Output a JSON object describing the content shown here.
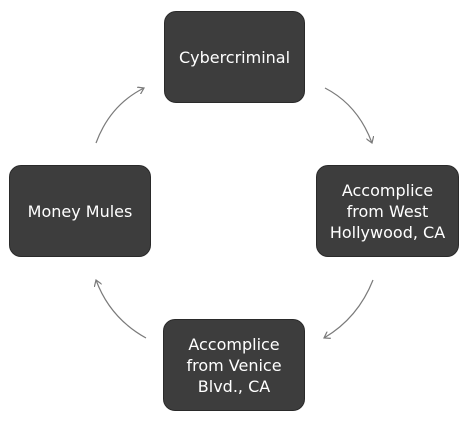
{
  "nodes": {
    "top": "Cybercriminal",
    "right": "Accomplice\nfrom West\nHollywood, CA",
    "bottom": "Accomplice\nfrom Venice\nBlvd., CA",
    "left": "Money Mules"
  },
  "colors": {
    "node_fill": "#3d3d3d",
    "node_text": "#ffffff",
    "arrow": "#7a7a7a"
  }
}
